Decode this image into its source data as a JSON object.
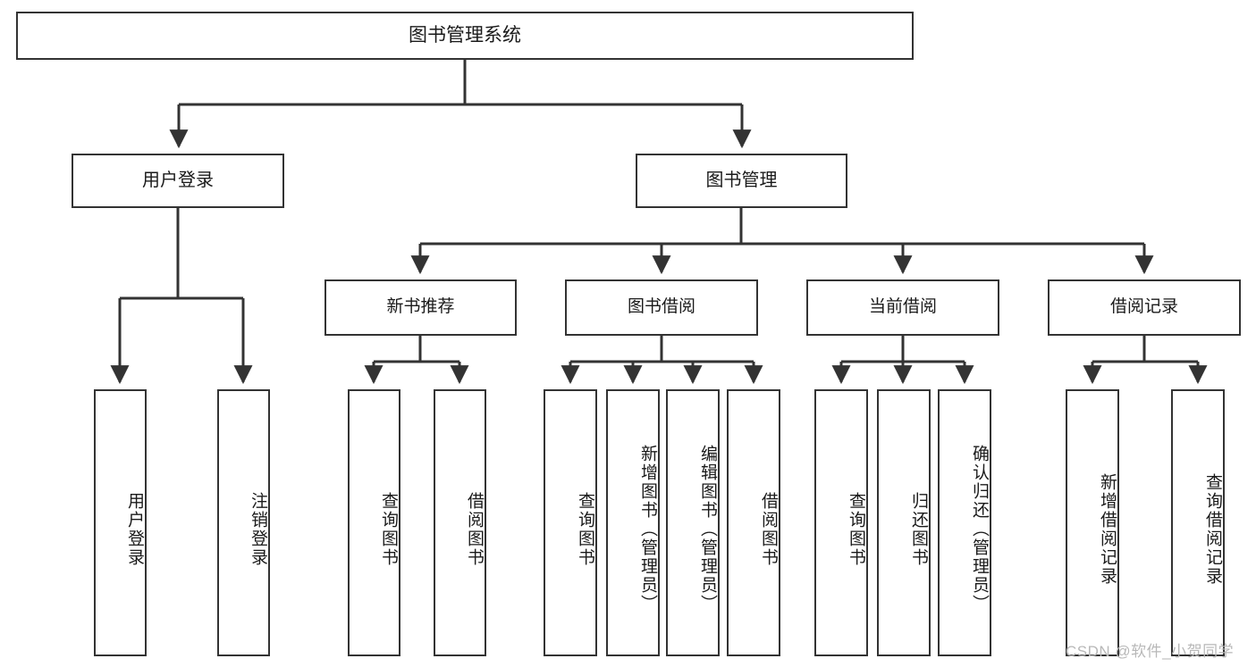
{
  "diagram": {
    "type": "tree-hierarchy",
    "title": "图书管理系统",
    "orientation": "top-down",
    "colors": {
      "box_border": "#333333",
      "box_fill": "#ffffff",
      "connector": "#333333",
      "text": "#1a1a1a",
      "watermark": "#b8b8b8",
      "background": "#ffffff"
    },
    "root": {
      "label": "图书管理系统"
    },
    "level1": [
      {
        "label": "用户登录"
      },
      {
        "label": "图书管理"
      }
    ],
    "level2": [
      {
        "label": "新书推荐"
      },
      {
        "label": "图书借阅"
      },
      {
        "label": "当前借阅"
      },
      {
        "label": "借阅记录"
      }
    ],
    "leaves": {
      "user_login": [
        {
          "label": "用户登录"
        },
        {
          "label": "注销登录"
        }
      ],
      "new_book_recommend": [
        {
          "label": "查询图书"
        },
        {
          "label": "借阅图书"
        }
      ],
      "book_borrow": [
        {
          "label": "查询图书"
        },
        {
          "label": "新增图书（管理员）"
        },
        {
          "label": "编辑图书（管理员）"
        },
        {
          "label": "借阅图书"
        }
      ],
      "current_borrow": [
        {
          "label": "查询图书"
        },
        {
          "label": "归还图书"
        },
        {
          "label": "确认归还（管理员）"
        }
      ],
      "borrow_record": [
        {
          "label": "新增借阅记录"
        },
        {
          "label": "查询借阅记录"
        }
      ]
    }
  },
  "watermark": {
    "text": "CSDN @软件_小贺同学"
  }
}
